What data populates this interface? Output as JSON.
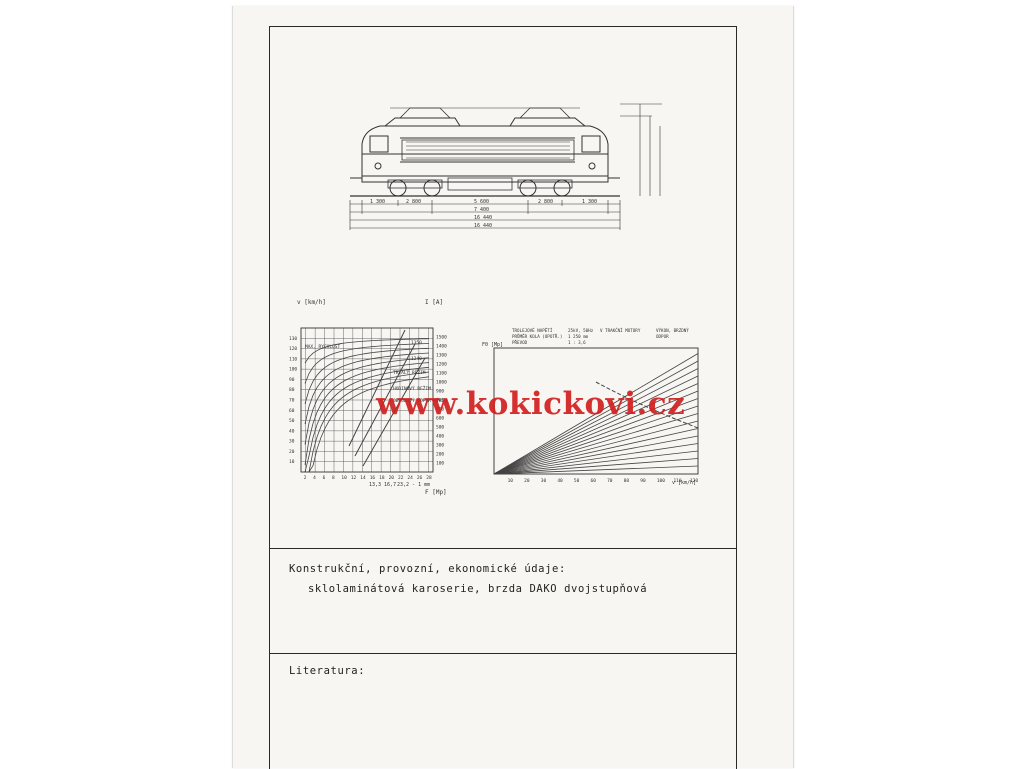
{
  "watermark": {
    "text": "www.kokickovi.cz",
    "color": "#d22020"
  },
  "drawing": {
    "dim_labels": {
      "bottom_row": [
        "1 300",
        "2 800",
        "5 600",
        "2 800",
        "1 300"
      ],
      "mid_row": [
        "7 400",
        "16 440"
      ],
      "total": "16 440"
    }
  },
  "left_chart": {
    "y_axis_label": "v [km/h]",
    "y2_axis_label": "I [A]",
    "x_axis_label": "F [Mp]",
    "y_ticks": [
      "10",
      "20",
      "30",
      "40",
      "50",
      "60",
      "70",
      "80",
      "90",
      "100",
      "110",
      "120",
      "130"
    ],
    "y2_ticks": [
      "100",
      "200",
      "300",
      "400",
      "500",
      "600",
      "700",
      "800",
      "900",
      "1000",
      "1100",
      "1200",
      "1300",
      "1400",
      "1500"
    ],
    "x_ticks": [
      "2",
      "4",
      "6",
      "8",
      "10",
      "12",
      "14",
      "16",
      "18",
      "20",
      "22",
      "24",
      "26",
      "28"
    ],
    "annotations": [
      "MAX. RYCHLOST",
      "TRVALÝ REŽIM",
      "HODINOVÝ REŽIM",
      "OBVODOVÝ ODPOR VÝKON",
      "1240",
      "1350"
    ],
    "bottom_notes": [
      "13,3  16,7",
      "23,2 - 1 mm"
    ]
  },
  "right_chart": {
    "y_axis_label": "F0 [Mp]",
    "x_axis_label": "v [km/h]",
    "legend_left": [
      "TROLEJOVÉ NAPĚTÍ",
      "PRŮMĚR KOLA (OPOTŘ.)",
      "PŘEVOD"
    ],
    "legend_mid": [
      "25kV, 50Hz",
      "1 250 mm",
      "1 : 3,6"
    ],
    "legend_right": [
      "V TRAKČNÍ MOTORY",
      "VÝKON, BRZDNÝ",
      "ODPOR"
    ],
    "x_ticks": [
      "10",
      "20",
      "30",
      "40",
      "50",
      "60",
      "70",
      "80",
      "90",
      "100",
      "110",
      "120"
    ]
  },
  "sections": {
    "details_heading": "Konstrukční, provozní, ekonomické údaje:",
    "details_body": "sklolaminátová karoserie, brzda DAKO dvojstupňová",
    "literature_heading": "Literatura:"
  }
}
